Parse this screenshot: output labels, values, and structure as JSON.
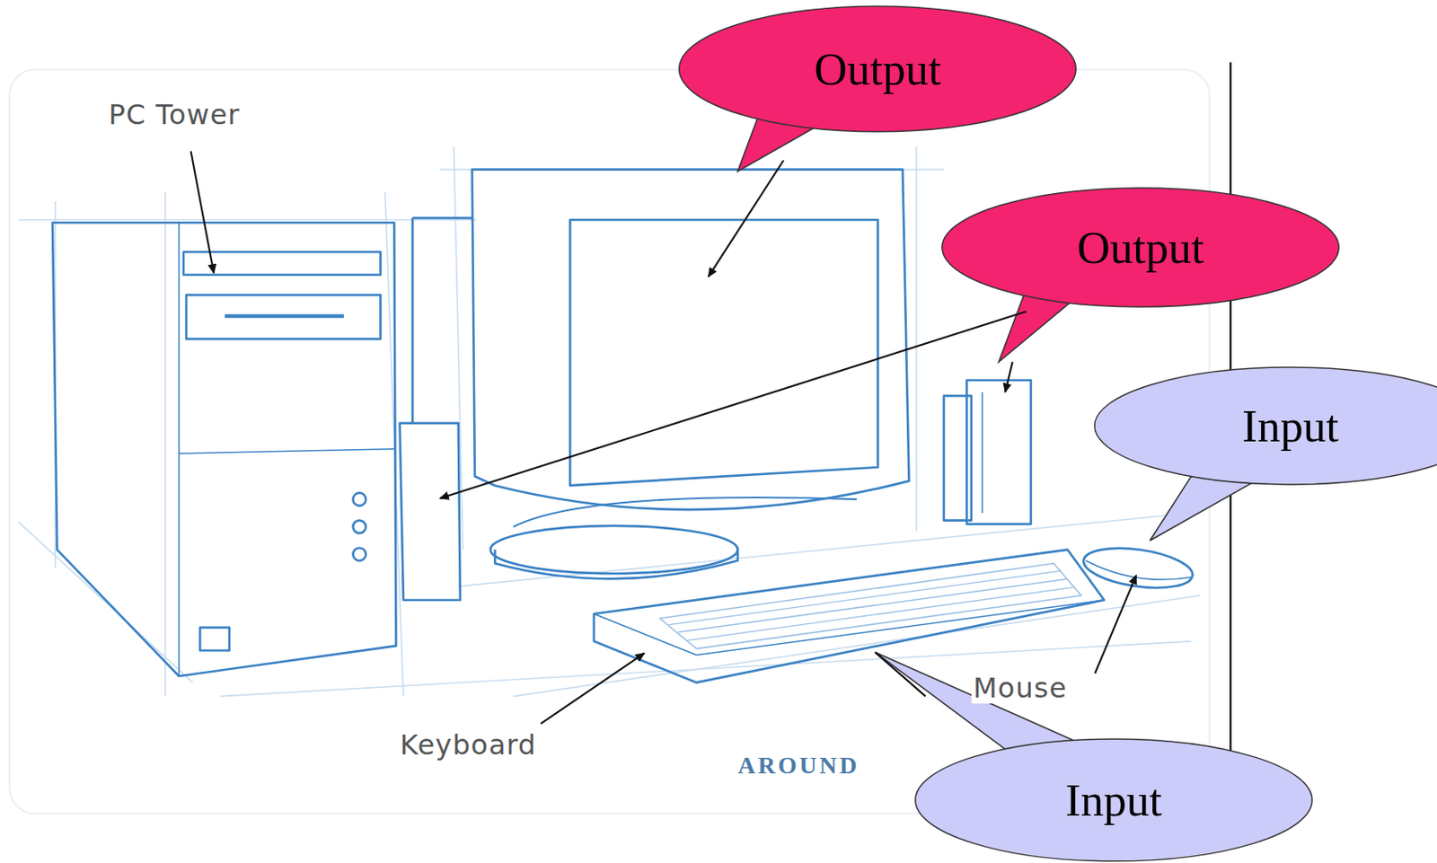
{
  "diagram": {
    "nodes": [
      {
        "text": [
          "Output"
        ]
      },
      {
        "text": [
          "Output"
        ]
      },
      {
        "text": [
          "Input"
        ]
      },
      {
        "text": [
          "Input"
        ]
      }
    ],
    "labels": [
      "PC Tower",
      "Keyboard",
      "Mouse",
      "AROUND"
    ]
  }
}
